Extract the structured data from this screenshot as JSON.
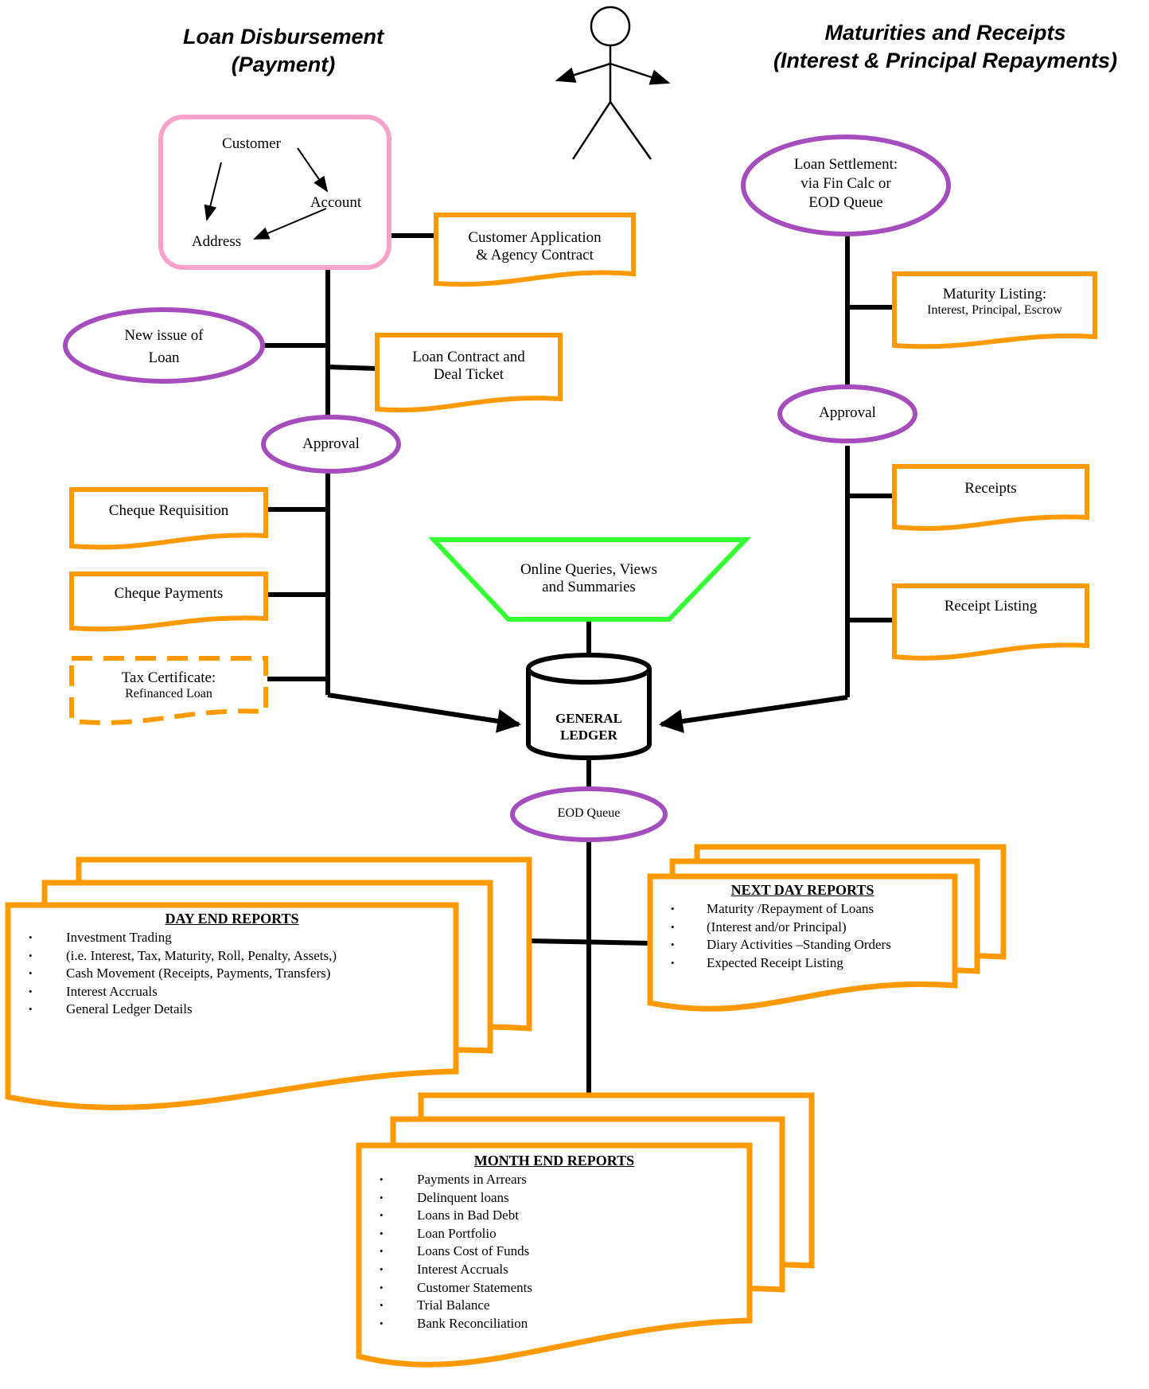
{
  "headings": {
    "left": [
      "Loan Disbursement",
      "(Payment)"
    ],
    "right": [
      "Maturities and Receipts",
      "(Interest & Principal Repayments)"
    ]
  },
  "left_flow": {
    "customer_group": {
      "customer": "Customer",
      "account": "Account",
      "address": "Address"
    },
    "customer_application": [
      "Customer Application",
      "& Agency Contract"
    ],
    "new_issue": [
      "New issue of",
      "Loan"
    ],
    "loan_contract": [
      "Loan Contract and",
      "Deal Ticket"
    ],
    "approval": "Approval",
    "cheque_requisition": "Cheque Requisition",
    "cheque_payments": "Cheque Payments",
    "tax_certificate": [
      "Tax Certificate:",
      "Refinanced Loan"
    ]
  },
  "right_flow": {
    "loan_settlement": [
      "Loan Settlement:",
      "via Fin Calc or",
      "EOD Queue"
    ],
    "maturity_listing": [
      "Maturity Listing:",
      "Interest, Principal, Escrow"
    ],
    "approval": "Approval",
    "receipts": "Receipts",
    "receipt_listing": "Receipt Listing"
  },
  "center": {
    "online_queries": [
      "Online Queries, Views",
      "and Summaries"
    ],
    "general_ledger": [
      "GENERAL",
      "LEDGER"
    ],
    "eod_queue": "EOD Queue"
  },
  "day_end_reports": {
    "title": "DAY END REPORTS",
    "items": [
      "Investment Trading",
      "(i.e. Interest, Tax, Maturity, Roll, Penalty, Assets,)",
      "Cash Movement (Receipts, Payments, Transfers)",
      "Interest Accruals",
      "General Ledger Details"
    ]
  },
  "next_day_reports": {
    "title": "NEXT DAY REPORTS",
    "items": [
      "Maturity /Repayment of Loans",
      "(Interest and/or Principal)",
      "Diary Activities –Standing Orders",
      "Expected Receipt Listing"
    ]
  },
  "month_end_reports": {
    "title": "MONTH END REPORTS",
    "items": [
      "Payments in Arrears",
      "Delinquent loans",
      "Loans in Bad Debt",
      "Loan Portfolio",
      "Loans Cost of Funds",
      "Interest Accruals",
      "Customer Statements",
      "Trial Balance",
      "Bank Reconciliation"
    ]
  },
  "colors": {
    "document_orange": "#ff9900",
    "process_purple": "#a64dbd",
    "entity_pink": "#f7a3c9",
    "query_green": "#33ff33",
    "line_black": "#000000"
  }
}
